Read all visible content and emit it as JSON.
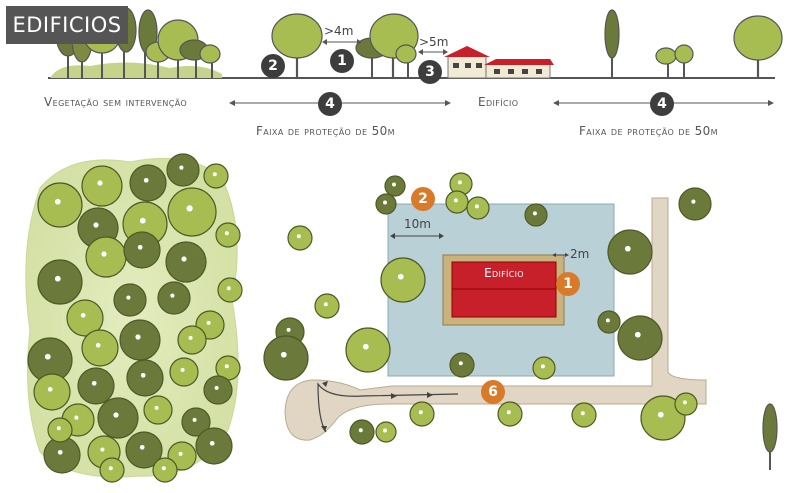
{
  "title": "EDIFICIOS",
  "profile": {
    "label_vegetation": "Vegetação sem intervenção",
    "label_building": "Edifício",
    "label_strip_left": "Faixa de proteção de 50m",
    "label_strip_right": "Faixa de proteção de 50m",
    "dist_4m": ">4m",
    "dist_5m": ">5m"
  },
  "plan": {
    "building_label": "Edifício",
    "dist_10m": "10m",
    "dist_2m": "2m"
  },
  "markers": {
    "m1": "1",
    "m2": "2",
    "m3": "3",
    "m4": "4",
    "plan_1": "1",
    "plan_2": "2",
    "plan_6": "6"
  },
  "colors": {
    "tree_light": "#a7bd52",
    "tree_dark": "#6b7a3a",
    "protection_zone": "#b9d0d6",
    "road": "#e0d6c3",
    "building_roof": "#c8202a",
    "building_border": "#c9b27c",
    "title_bg": "#555555",
    "marker_dark": "#3d3d3d",
    "marker_orange": "#d9792a"
  }
}
